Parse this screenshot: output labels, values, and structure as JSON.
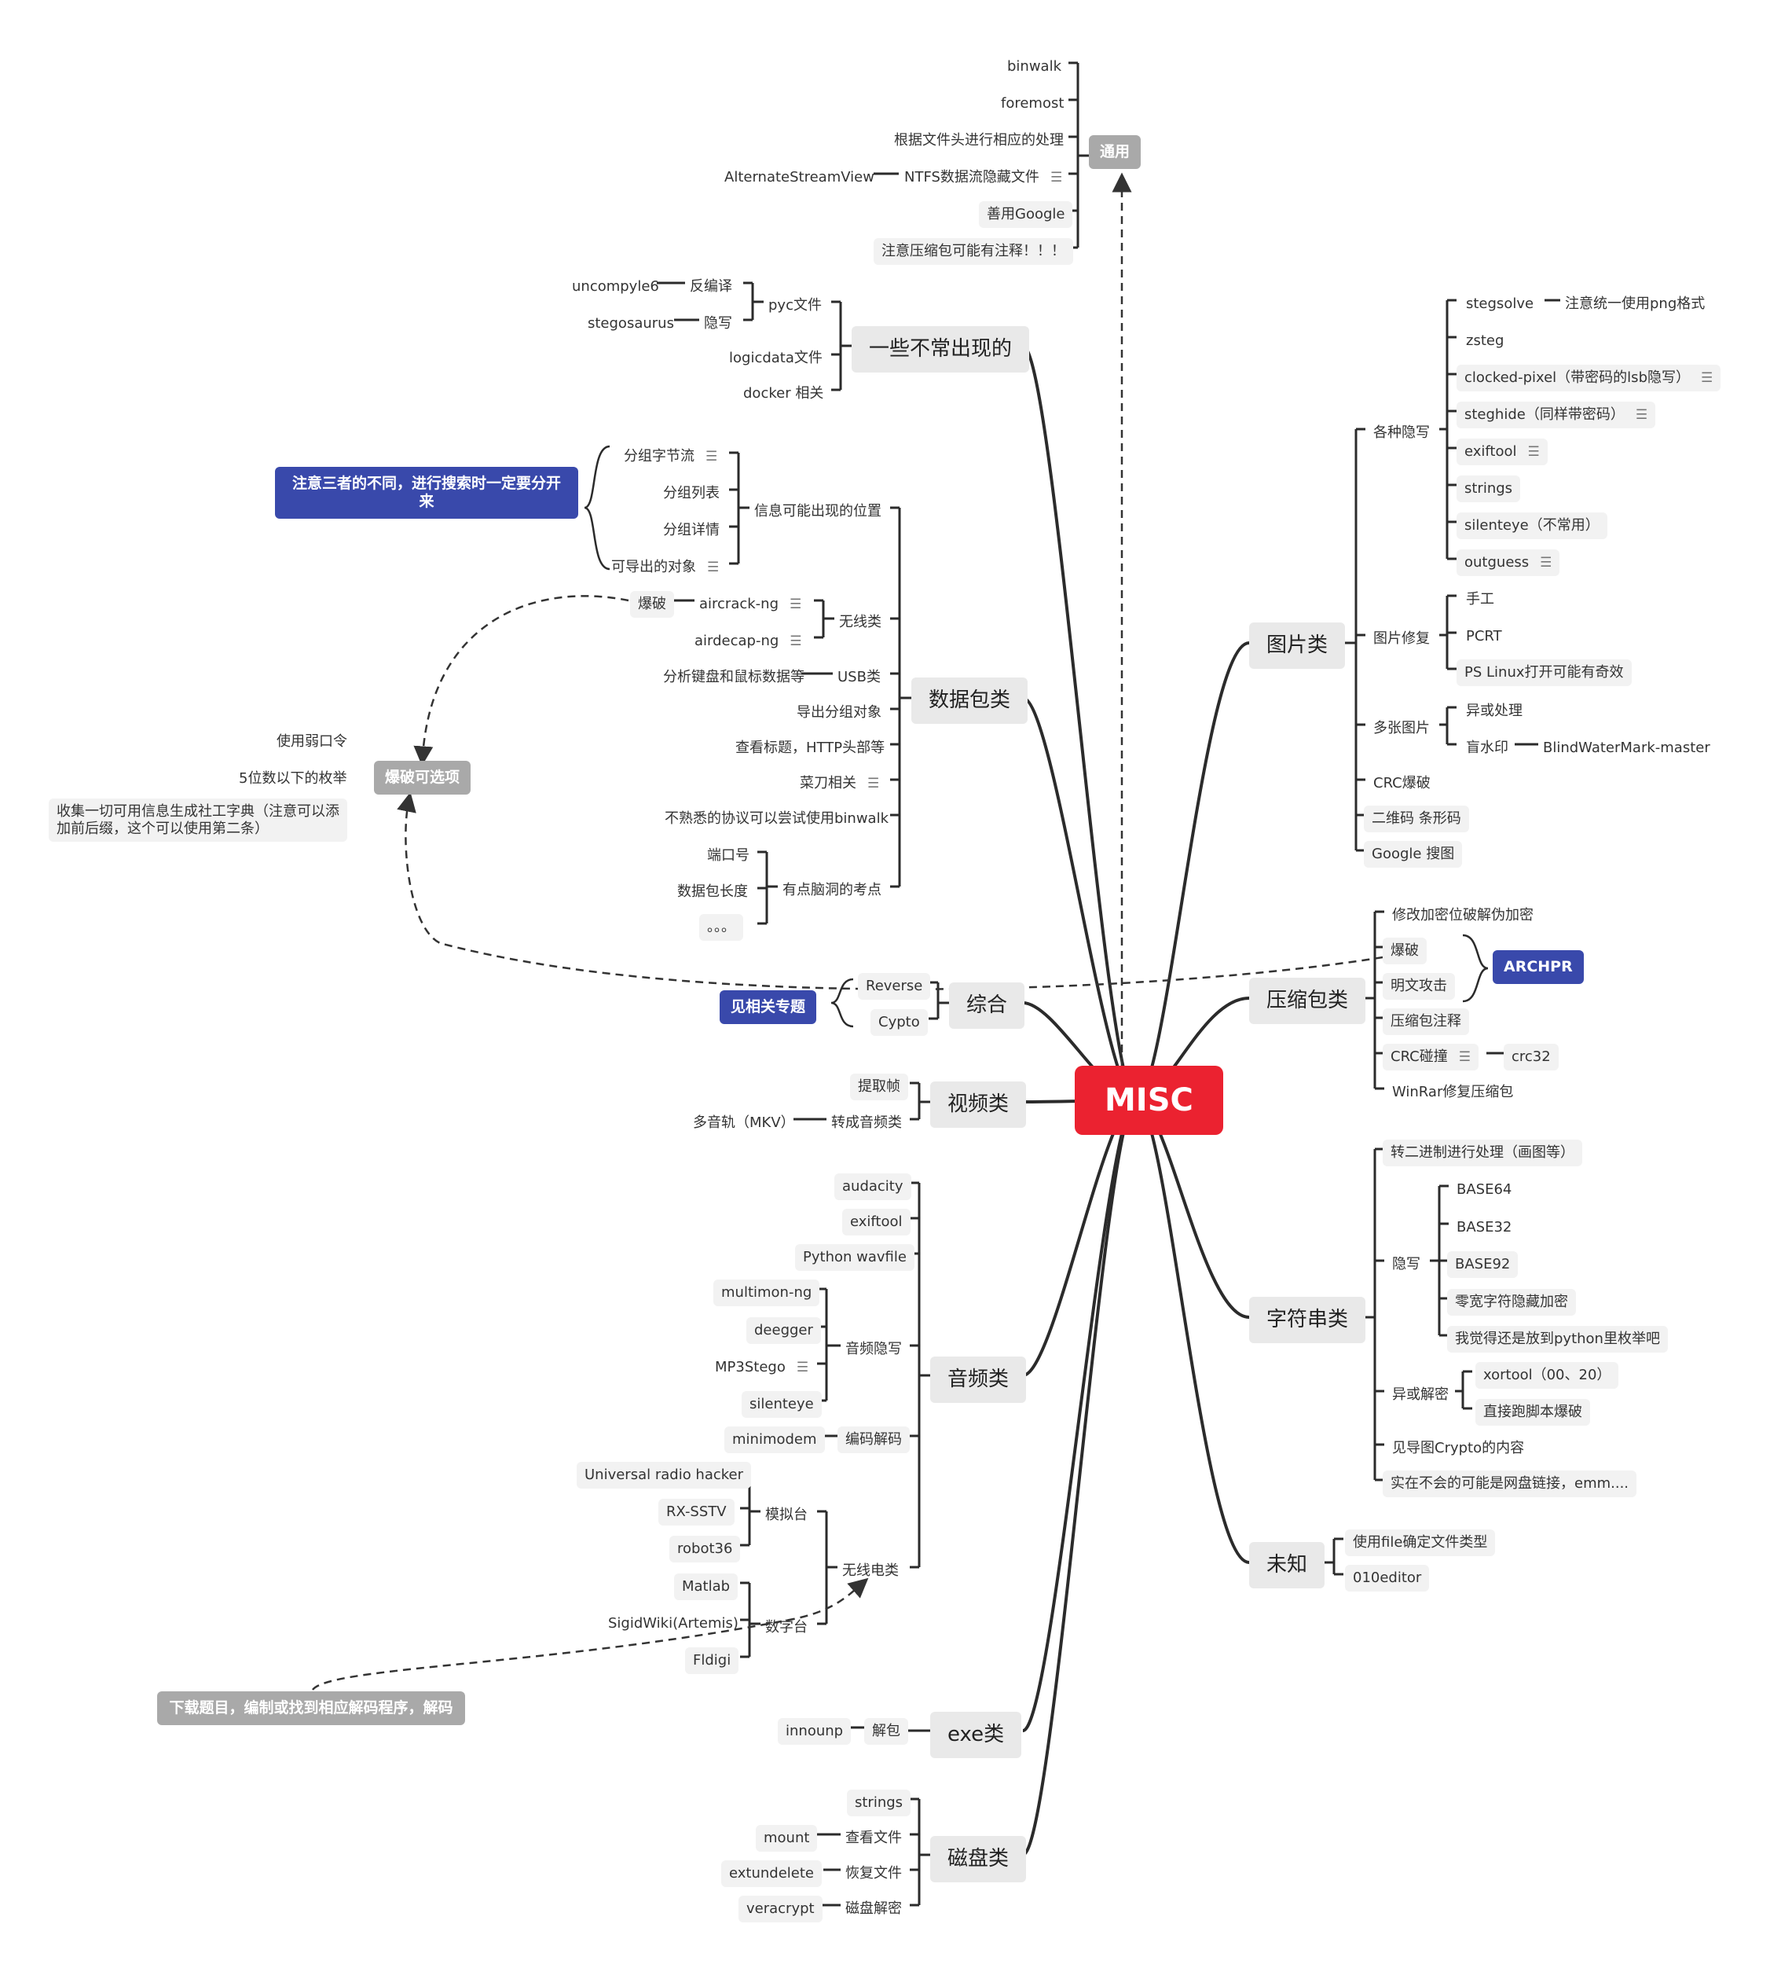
{
  "center": "MISC",
  "note_icon": "notes-icon",
  "branches": {
    "common": {
      "label": "通用",
      "items": [
        "binwalk",
        "foremost",
        "根据文件头进行相应的处理",
        "NTFS数据流隐藏文件",
        "善用Google",
        "注意压缩包可能有注释！！！"
      ],
      "ntfs_child": "AlternateStreamView"
    },
    "uncommon": {
      "label": "一些不常出现的",
      "pyc": "pyc文件",
      "decompile": "反编译",
      "uncompyle": "uncompyle6",
      "hide": "隐写",
      "stegosaurus": "stegosaurus",
      "logicdata": "logicdata文件",
      "docker": "docker 相关"
    },
    "packet": {
      "label": "数据包类",
      "locations": {
        "label": "信息可能出现的位置",
        "items": [
          "分组字节流",
          "分组列表",
          "分组详情",
          "可导出的对象"
        ]
      },
      "wireless": {
        "label": "无线类",
        "aircrack": "aircrack-ng",
        "brute": "爆破",
        "airdecap": "airdecap-ng"
      },
      "usb": "USB类",
      "usb_child": "分析键盘和鼠标数据等",
      "export_group": "导出分组对象",
      "http_header": "查看标题，HTTP头部等",
      "caidao": "菜刀相关",
      "binwalk_try": "不熟悉的协议可以尝试使用binwalk",
      "brainhole": {
        "label": "有点脑洞的考点",
        "items": [
          "端口号",
          "数据包长度",
          "。。。"
        ]
      }
    },
    "comprehensive": {
      "label": "综合",
      "items": [
        "Reverse",
        "Cypto"
      ]
    },
    "video": {
      "label": "视频类",
      "extract_frame": "提取帧",
      "to_audio": "转成音频类",
      "multitrack": "多音轨（MKV）"
    },
    "audio": {
      "label": "音频类",
      "tools": [
        "audacity",
        "exiftool",
        "Python wavfile"
      ],
      "steg": {
        "label": "音频隐写",
        "items": [
          "multimon-ng",
          "deegger",
          "MP3Stego",
          "silenteye"
        ]
      },
      "codec": "编码解码",
      "codec_child": "minimodem",
      "radio": {
        "label": "无线电类",
        "analog": {
          "label": "模拟台",
          "items": [
            "Universal radio hacker",
            "RX-SSTV",
            "robot36"
          ]
        },
        "digital": {
          "label": "数字台",
          "items": [
            "Matlab",
            "SigidWiki(Artemis)",
            "Fldigi"
          ]
        }
      }
    },
    "exe": {
      "label": "exe类",
      "unpack": "解包",
      "innounp": "innounp"
    },
    "disk": {
      "label": "磁盘类",
      "strings": "strings",
      "view": "查看文件",
      "mount": "mount",
      "recover": "恢复文件",
      "extundelete": "extundelete",
      "decrypt": "磁盘解密",
      "veracrypt": "veracrypt"
    },
    "image": {
      "label": "图片类",
      "steg": {
        "label": "各种隐写",
        "items": [
          "stegsolve",
          "zsteg",
          "clocked-pixel（带密码的lsb隐写）",
          "steghide（同样带密码）",
          "exiftool",
          "strings",
          "silenteye（不常用）",
          "outguess"
        ],
        "stegsolve_note": "注意统一使用png格式"
      },
      "repair": {
        "label": "图片修复",
        "items": [
          "手工",
          "PCRT",
          "PS Linux打开可能有奇效"
        ]
      },
      "multi": {
        "label": "多张图片",
        "xor": "异或处理",
        "blind": "盲水印",
        "blind_tool": "BlindWaterMark-master"
      },
      "crc": "CRC爆破",
      "qrcode": "二维码 条形码",
      "google": "Google 搜图"
    },
    "zip": {
      "label": "压缩包类",
      "items": [
        "修改加密位破解伪加密",
        "爆破",
        "明文攻击",
        "压缩包注释",
        "CRC碰撞",
        "WinRar修复压缩包"
      ],
      "crc32": "crc32",
      "archpr": "ARCHPR"
    },
    "string": {
      "label": "字符串类",
      "binary": "转二进制进行处理（画图等）",
      "hide": {
        "label": "隐写",
        "items": [
          "BASE64",
          "BASE32",
          "BASE92",
          "零宽字符隐藏加密",
          "我觉得还是放到python里枚举吧"
        ]
      },
      "xor": {
        "label": "异或解密",
        "items": [
          "xortool（00、20）",
          "直接跑脚本爆破"
        ]
      },
      "crypto": "见导图Crypto的内容",
      "netdisk": "实在不会的可能是网盘链接，emm...."
    },
    "unknown": {
      "label": "未知",
      "items": [
        "使用file确定文件类型",
        "010editor"
      ]
    }
  },
  "callouts": {
    "three_diff": "注意三者的不同，进行搜索时一定要分开来",
    "brute_options": {
      "label": "爆破可选项",
      "items": [
        "使用弱口令",
        "5位数以下的枚举",
        "收集一切可用信息生成社工字典（注意可以添加前后缀，这个可以使用第二条）"
      ]
    },
    "see_topic": "见相关专题",
    "download": "下载题目，编制或找到相应解码程序，解码"
  },
  "colors": {
    "center": "#eb2230",
    "line": "#2b2b2b",
    "blue_callout": "#3949ab",
    "gray_callout": "#a9a9a9",
    "node_bg": "#f2f2f2"
  }
}
